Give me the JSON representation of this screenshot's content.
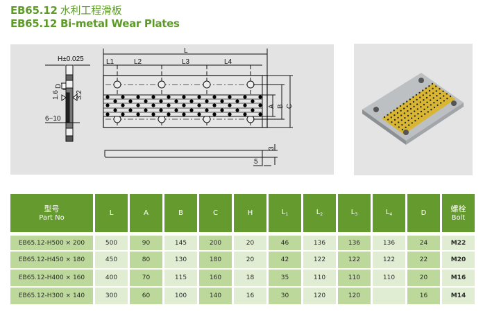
{
  "header": {
    "code": "EB65.12",
    "title_cn": "水利工程滑板",
    "title_en_line": "EB65.12  Bi-metal Wear Plates"
  },
  "drawing": {
    "labels": {
      "tolerance": "H±0.025",
      "D": "D",
      "roughness_left": "1.6",
      "roughness_right": "3.2",
      "thickness_range": "6~10",
      "L": "L",
      "L1": "L1",
      "L2": "L2",
      "L3": "L3",
      "L4": "L4",
      "A": "A",
      "B": "B",
      "C": "C",
      "edge_3": "3",
      "edge_5": "5"
    }
  },
  "photo": {
    "subject": "bi-metal-wear-plate-photo",
    "colors": {
      "steel": "#b9bcbf",
      "bronze": "#d8b533",
      "graphite": "#2b2a22"
    }
  },
  "table": {
    "headers": [
      {
        "cn": "型号",
        "en": "Part No"
      },
      {
        "main": "L"
      },
      {
        "main": "A"
      },
      {
        "main": "B"
      },
      {
        "main": "C"
      },
      {
        "main": "H"
      },
      {
        "main": "L",
        "sub": "1"
      },
      {
        "main": "L",
        "sub": "2"
      },
      {
        "main": "L",
        "sub": "3"
      },
      {
        "main": "L",
        "sub": "4"
      },
      {
        "main": "D"
      },
      {
        "cn": "螺栓",
        "en": "Bolt"
      }
    ],
    "rows": [
      [
        "EB65.12-H500 × 200",
        "500",
        "90",
        "145",
        "200",
        "20",
        "46",
        "136",
        "136",
        "136",
        "24",
        "M22"
      ],
      [
        "EB65.12-H450 × 180",
        "450",
        "80",
        "130",
        "180",
        "20",
        "42",
        "122",
        "122",
        "122",
        "22",
        "M20"
      ],
      [
        "EB65.12-H400 × 160",
        "400",
        "70",
        "115",
        "160",
        "18",
        "35",
        "110",
        "110",
        "110",
        "20",
        "M16"
      ],
      [
        "EB65.12-H300 × 140",
        "300",
        "60",
        "100",
        "140",
        "16",
        "30",
        "120",
        "120",
        "",
        "16",
        "M14"
      ]
    ],
    "colors": {
      "header": "#649a2e",
      "cell_dark": "#bcd89a",
      "cell_light": "#e1edd2",
      "title": "#5e9a2a"
    }
  }
}
